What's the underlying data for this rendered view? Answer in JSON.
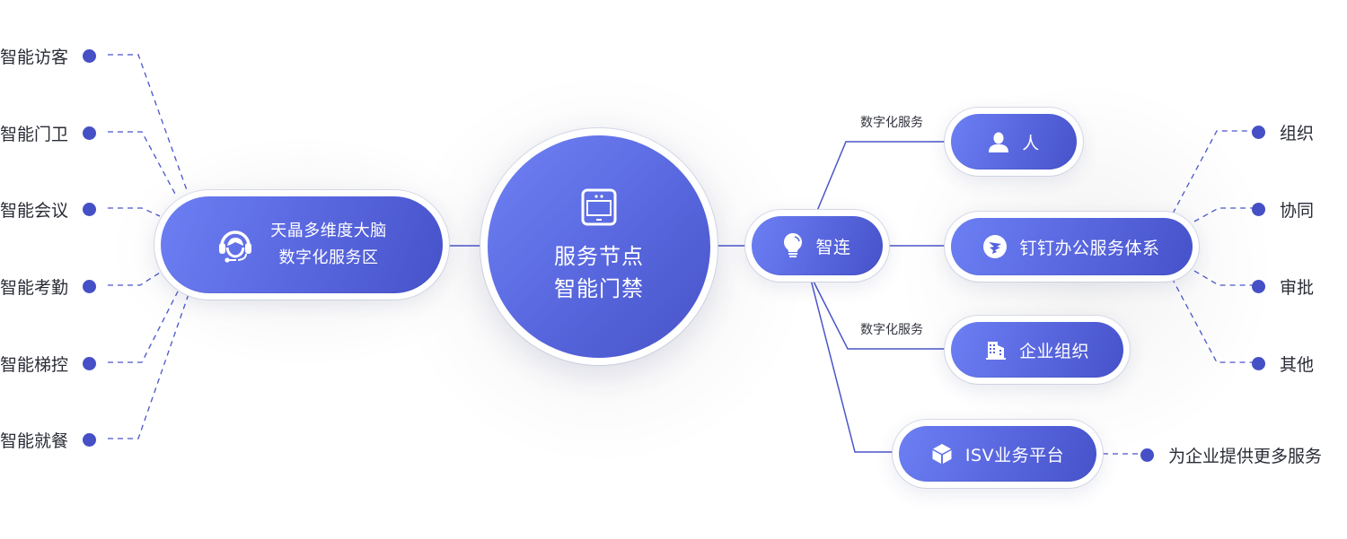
{
  "diagram": {
    "center": {
      "icon": "face-recognition-terminal-icon",
      "title_line1": "服务节点",
      "title_line2": "智能门禁"
    },
    "left_hub": {
      "icon": "headset-agent-icon",
      "title_line1": "天晶多维度大脑",
      "title_line2": "数字化服务区"
    },
    "left_leaves": [
      {
        "label": "智能访客"
      },
      {
        "label": "智能门卫"
      },
      {
        "label": "智能会议"
      },
      {
        "label": "智能考勤"
      },
      {
        "label": "智能梯控"
      },
      {
        "label": "智能就餐"
      }
    ],
    "right_hub": {
      "icon": "lightbulb-icon",
      "label": "智连"
    },
    "right_branches": [
      {
        "icon": "person-icon",
        "label": "人",
        "edge_label": "数字化服务"
      },
      {
        "icon": "dingtalk-icon",
        "label": "钉钉办公服务体系",
        "edge_label": ""
      },
      {
        "icon": "building-icon",
        "label": "企业组织",
        "edge_label": "数字化服务"
      },
      {
        "icon": "cube-icon",
        "label": "ISV业务平台",
        "edge_label": ""
      }
    ],
    "dingtalk_leaves": [
      {
        "label": "组织"
      },
      {
        "label": "协同"
      },
      {
        "label": "审批"
      },
      {
        "label": "其他"
      }
    ],
    "isv_leaf": {
      "label": "为企业提供更多服务"
    }
  },
  "colors": {
    "accent": "#4550c6",
    "gradient_start": "#6c7ff3",
    "gradient_end": "#4652c9",
    "text_dark": "#2a2c36"
  }
}
